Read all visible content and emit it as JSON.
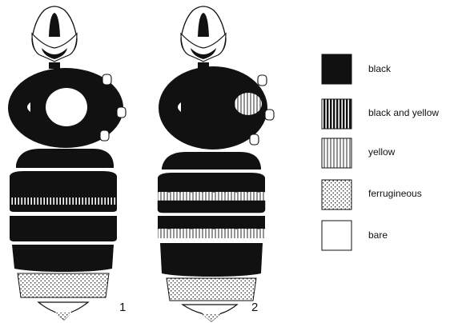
{
  "figures": [
    {
      "number": "1"
    },
    {
      "number": "2"
    }
  ],
  "legend": [
    {
      "pattern": "black",
      "label": "black"
    },
    {
      "pattern": "black-yellow",
      "label": "black and yellow"
    },
    {
      "pattern": "yellow",
      "label": "yellow"
    },
    {
      "pattern": "ferrugineous",
      "label": "ferrugineous"
    },
    {
      "pattern": "bare",
      "label": "bare"
    }
  ],
  "colors": {
    "ink": "#111111",
    "paper": "#ffffff"
  }
}
